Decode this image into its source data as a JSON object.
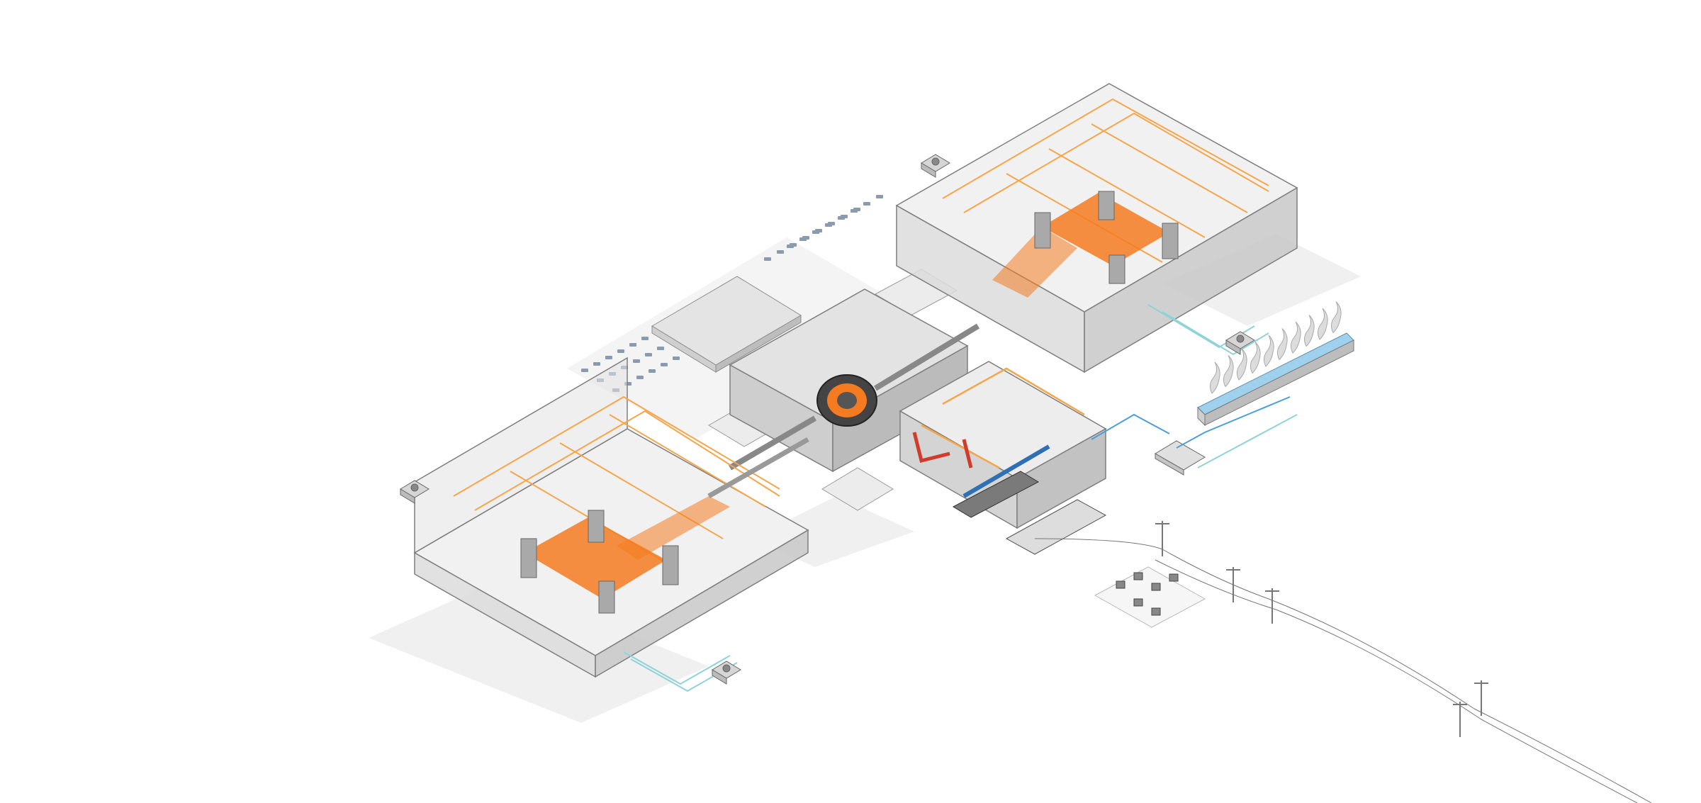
{
  "scene": {
    "colors": {
      "background": "#ffffff",
      "wall_top": "#e8e8e8",
      "wall_left": "#d6d6d6",
      "wall_right": "#c4c4c4",
      "roof": "#d9d9d9",
      "shadow": "#efefef",
      "accent_orange": "#f47b20",
      "steel_orange": "#f5a64a",
      "pipe_blue": "#4a9fd8",
      "pipe_teal": "#8fd3d8",
      "dark_gray": "#555555",
      "line_gray": "#9a9a9a"
    },
    "components": [
      {
        "id": "gantry-hall-left",
        "icon": "treatment-room-building"
      },
      {
        "id": "gantry-hall-right",
        "icon": "treatment-room-building"
      },
      {
        "id": "cyclotron-vault",
        "icon": "accelerator-building"
      },
      {
        "id": "power-equipment-hall",
        "icon": "equipment-building"
      },
      {
        "id": "admin-building",
        "icon": "office-building"
      },
      {
        "id": "parking-lot",
        "icon": "parking-cars"
      },
      {
        "id": "cooling-towers",
        "icon": "cooling-tower"
      },
      {
        "id": "substation",
        "icon": "electrical-substation"
      },
      {
        "id": "power-lines",
        "icon": "power-line-towers"
      },
      {
        "id": "hvac-units",
        "icon": "rooftop-hvac-unit"
      }
    ]
  }
}
